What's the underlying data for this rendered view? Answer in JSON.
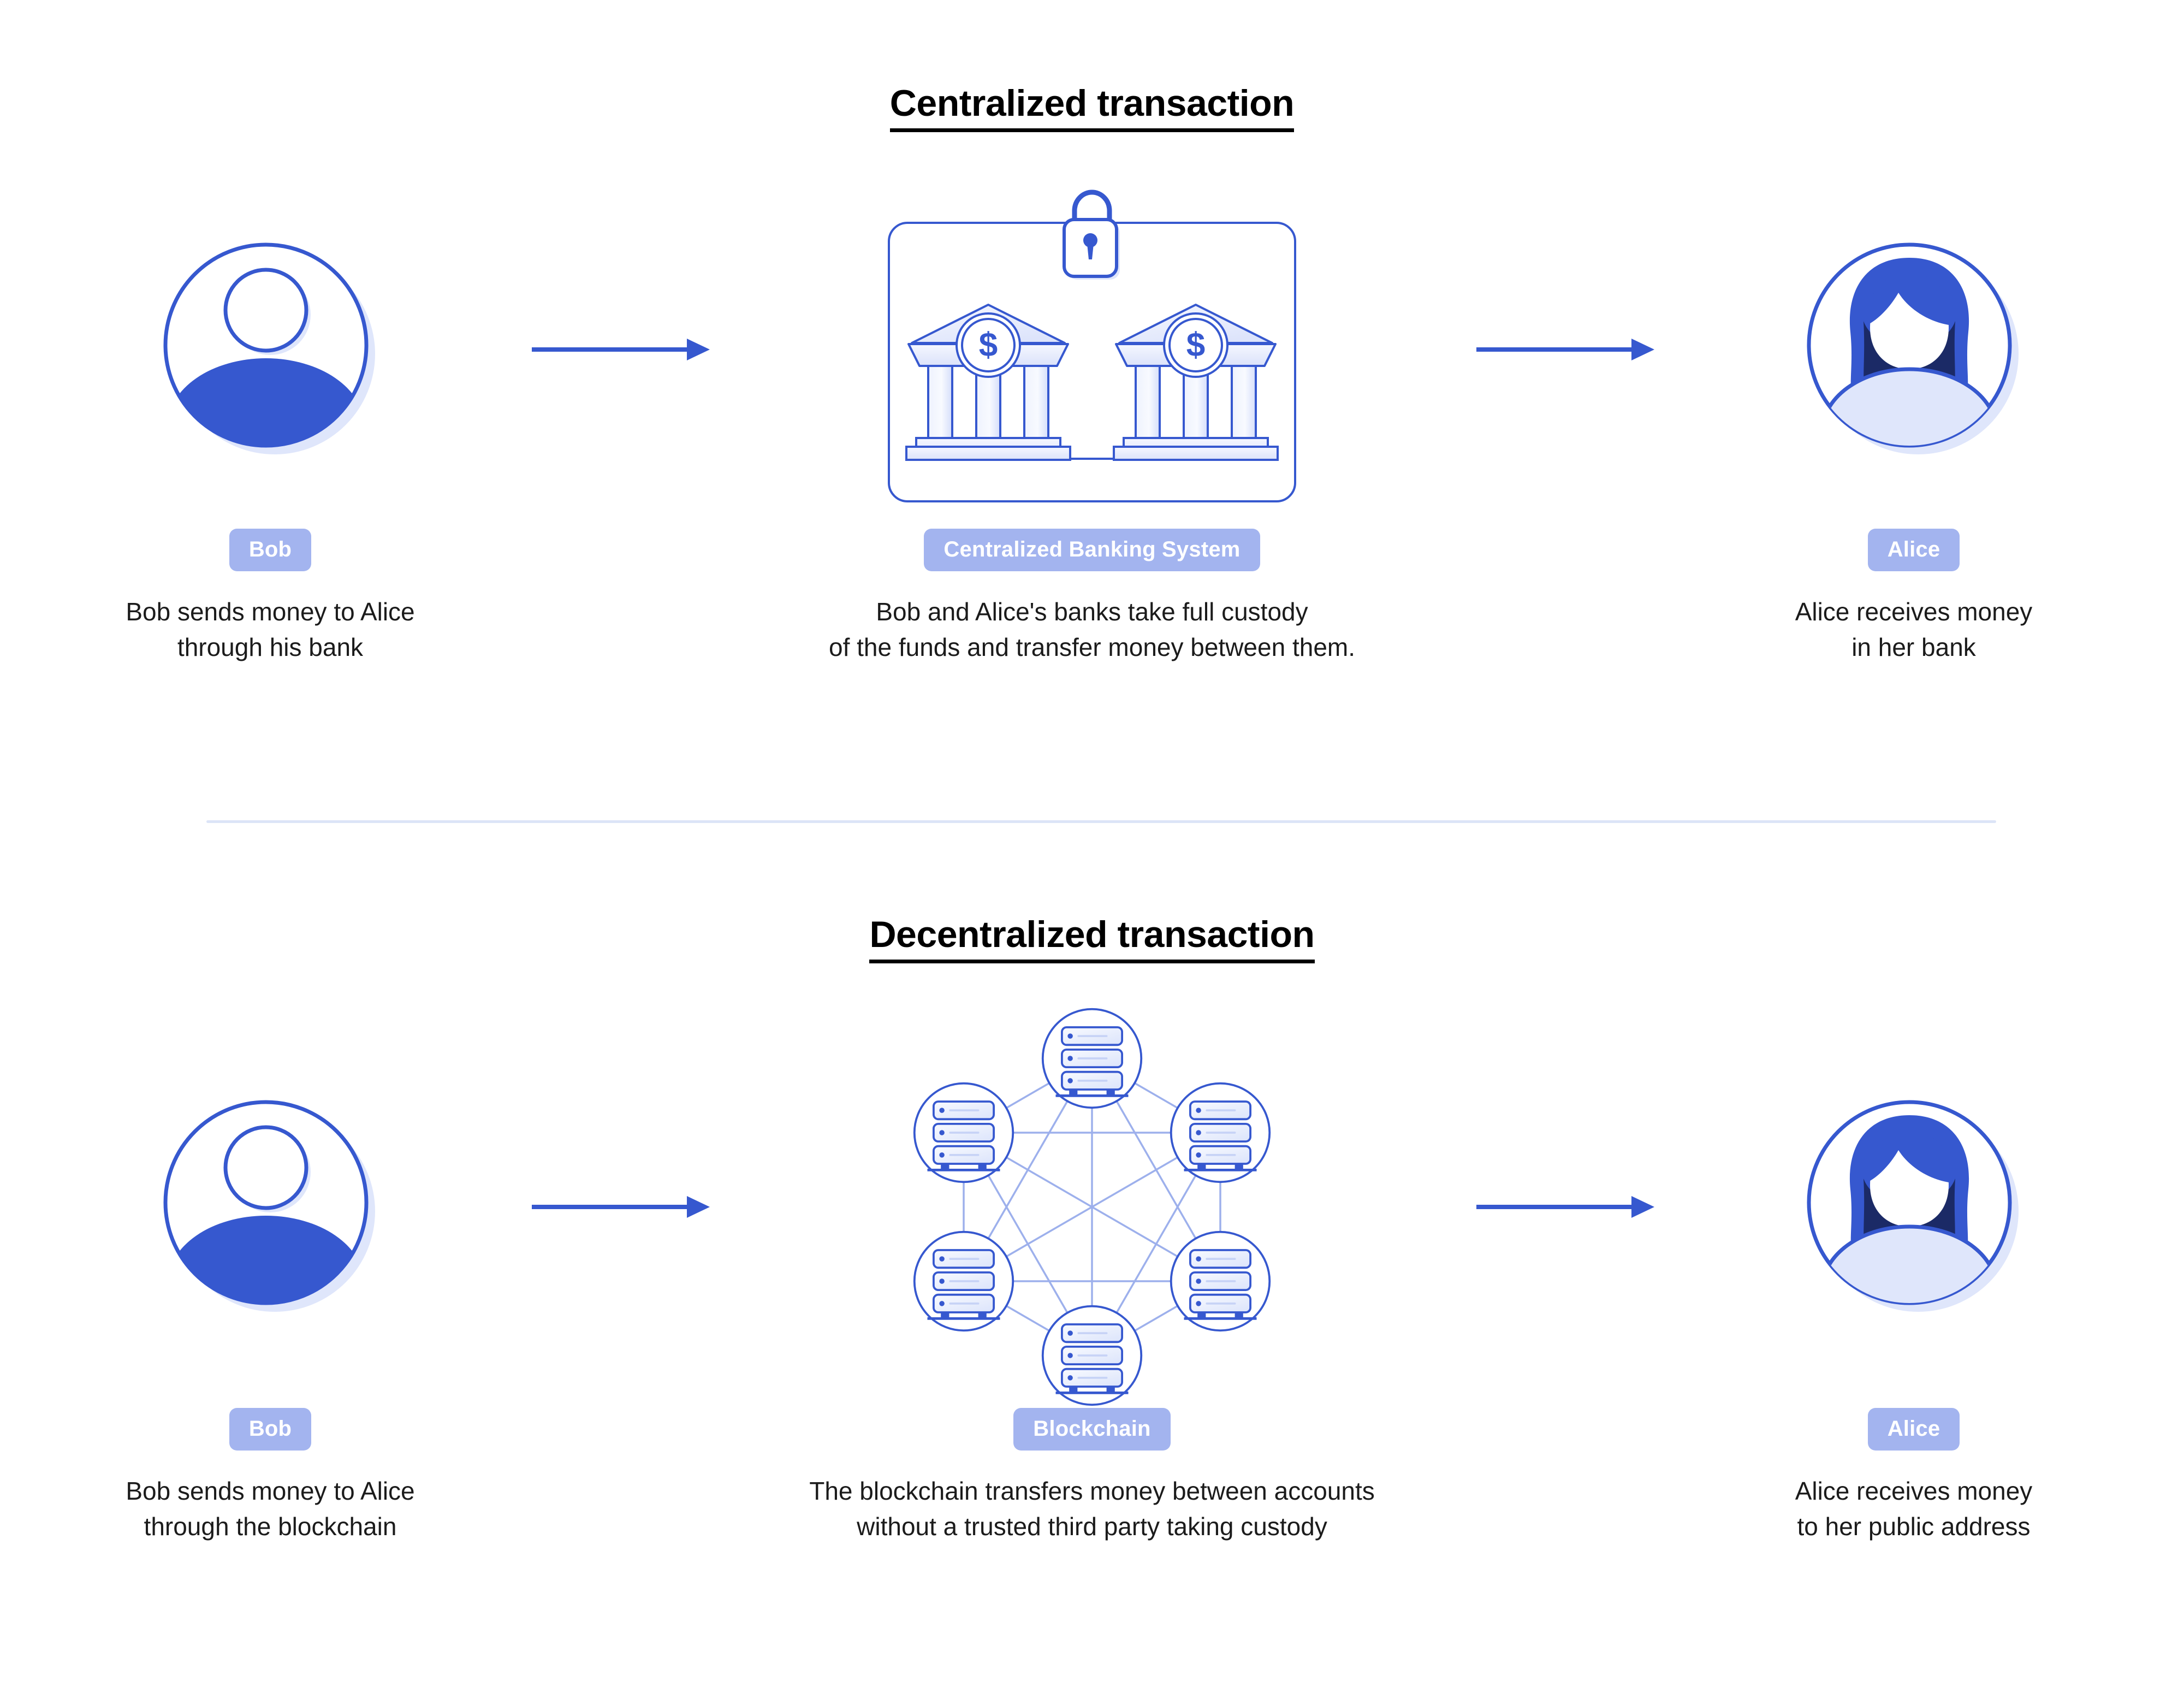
{
  "colors": {
    "brand_blue": "#3658cf",
    "accent_blue": "#3a5ccc",
    "badge_bg": "#a3b4ef",
    "badge_text": "#ffffff",
    "light_blue_fill": "#dfe6fb",
    "pale_blue": "#eef2fd",
    "navy_shadow": "#1b2a66",
    "link_line": "#9db0ec",
    "divider": "#dce4f7",
    "text": "#111111",
    "background": "#ffffff"
  },
  "sections": [
    {
      "id": "centralized",
      "title": "Centralized transaction",
      "columns": [
        {
          "id": "bob",
          "icon": "user-avatar-male-icon",
          "badge": "Bob",
          "caption": "Bob sends money to Alice\nthrough his bank"
        },
        {
          "id": "banking-system",
          "icon": "bank-buildings-locked-icon",
          "badge": "Centralized Banking System",
          "caption": "Bob and Alice's banks take full custody\nof the funds and transfer money between them."
        },
        {
          "id": "alice",
          "icon": "user-avatar-female-icon",
          "badge": "Alice",
          "caption": "Alice receives money\nin her bank"
        }
      ],
      "arrows": [
        {
          "id": "arrow-bob-to-bank",
          "direction": "right"
        },
        {
          "id": "arrow-bank-to-alice",
          "direction": "right"
        }
      ]
    },
    {
      "id": "decentralized",
      "title": "Decentralized transaction",
      "columns": [
        {
          "id": "bob",
          "icon": "user-avatar-male-icon",
          "badge": "Bob",
          "caption": "Bob sends money to Alice\nthrough the blockchain"
        },
        {
          "id": "blockchain",
          "icon": "blockchain-node-network-icon",
          "badge": "Blockchain",
          "caption": "The blockchain transfers money between accounts\nwithout a trusted third party taking custody"
        },
        {
          "id": "alice",
          "icon": "user-avatar-female-icon",
          "badge": "Alice",
          "caption": "Alice receives money\nto her public address"
        }
      ],
      "arrows": [
        {
          "id": "arrow-bob-to-blockchain",
          "direction": "right"
        },
        {
          "id": "arrow-blockchain-to-alice",
          "direction": "right"
        }
      ]
    }
  ],
  "blockchain_network": {
    "node_count": 6,
    "node_icon": "server-stack-icon",
    "topology": "fully-connected-hexagon",
    "server_tiers": 3
  },
  "banking_system": {
    "bank_count": 2,
    "bank_icon": "bank-building-icon",
    "medallion_symbol": "$",
    "lock_icon": "padlock-icon",
    "column_count_per_bank": 3
  }
}
